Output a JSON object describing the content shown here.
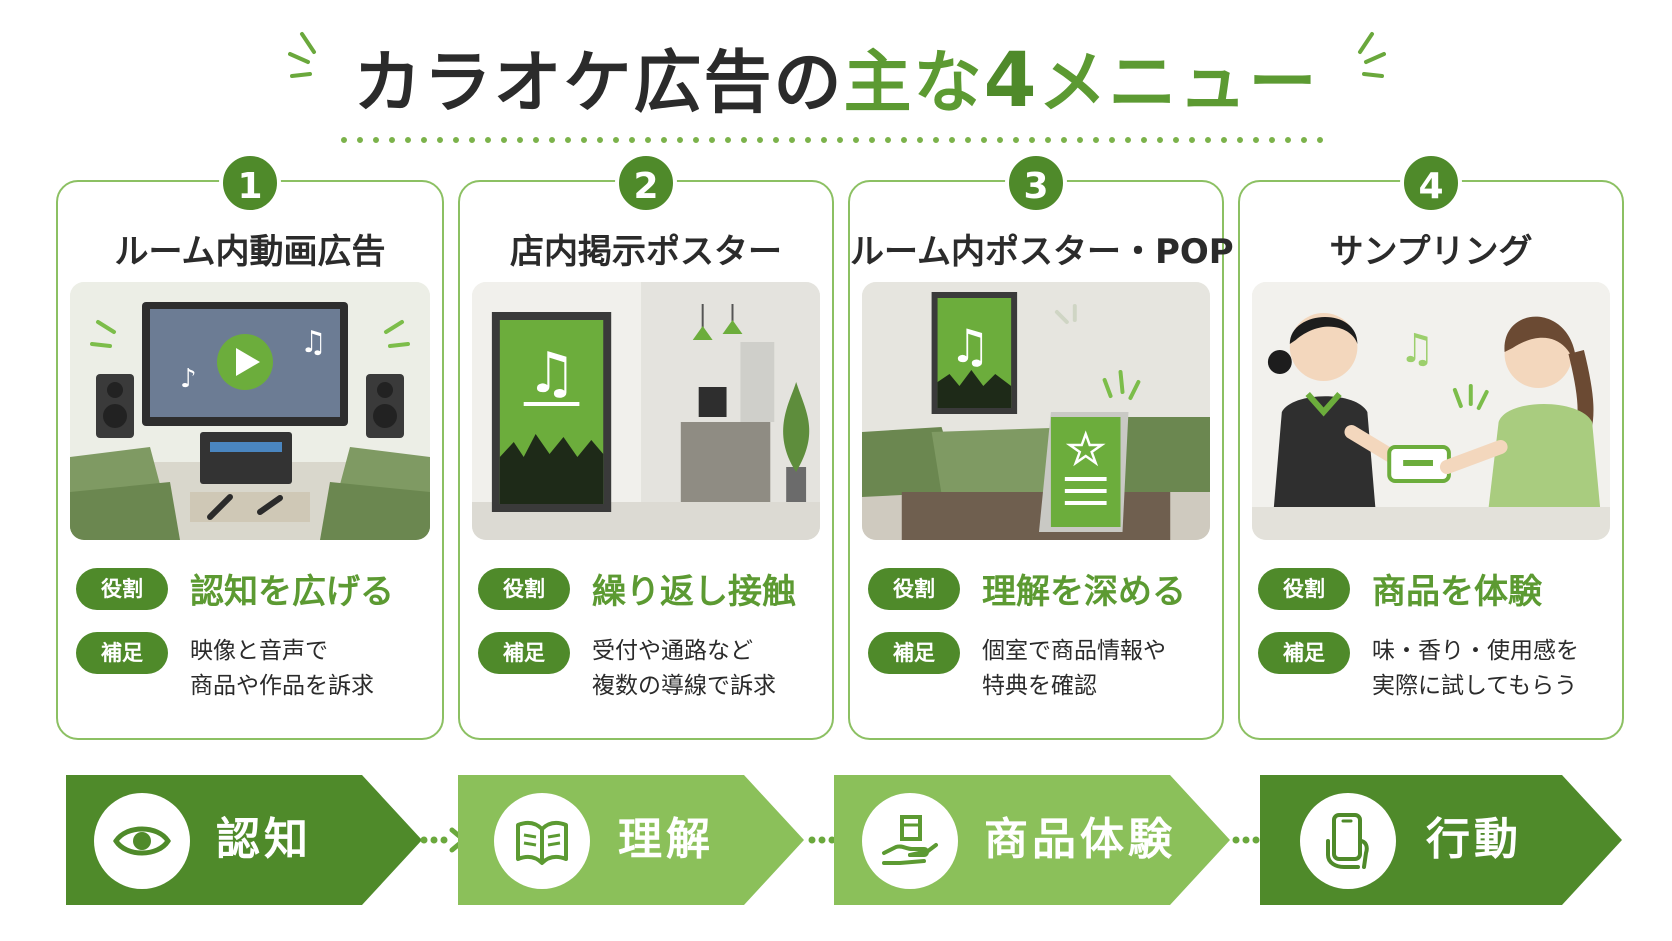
{
  "title": {
    "part1": "カラオケ広告の",
    "part2": "主な",
    "part3": "4",
    "part4": "メニュー"
  },
  "colors": {
    "dark_green": "#4f8a2a",
    "mid_green": "#5c9a32",
    "light_green": "#8bc05a",
    "card_border": "#8cc063"
  },
  "cards": [
    {
      "number": "1",
      "title": "ルーム内動画広告",
      "role_tag": "役割",
      "role": "認知を広げる",
      "note_tag": "補足",
      "note": "映像と音声で\n商品や作品を訴求"
    },
    {
      "number": "2",
      "title": "店内掲示ポスター",
      "role_tag": "役割",
      "role": "繰り返し接触",
      "note_tag": "補足",
      "note": "受付や通路など\n複数の導線で訴求"
    },
    {
      "number": "3",
      "title": "ルーム内ポスター・POP",
      "role_tag": "役割",
      "role": "理解を深める",
      "note_tag": "補足",
      "note": "個室で商品情報や\n特典を確認"
    },
    {
      "number": "4",
      "title": "サンプリング",
      "role_tag": "役割",
      "role": "商品を体験",
      "note_tag": "補足",
      "note": "味・香り・使用感を\n実際に試してもらう"
    }
  ],
  "flow": [
    {
      "label": "認知",
      "icon": "eye-icon",
      "color": "#4f8a2a"
    },
    {
      "label": "理解",
      "icon": "book-icon",
      "color": "#8bc05a"
    },
    {
      "label": "商品体験",
      "icon": "hand-product-icon",
      "color": "#8bc05a"
    },
    {
      "label": "行動",
      "icon": "phone-hand-icon",
      "color": "#4f8a2a"
    }
  ]
}
